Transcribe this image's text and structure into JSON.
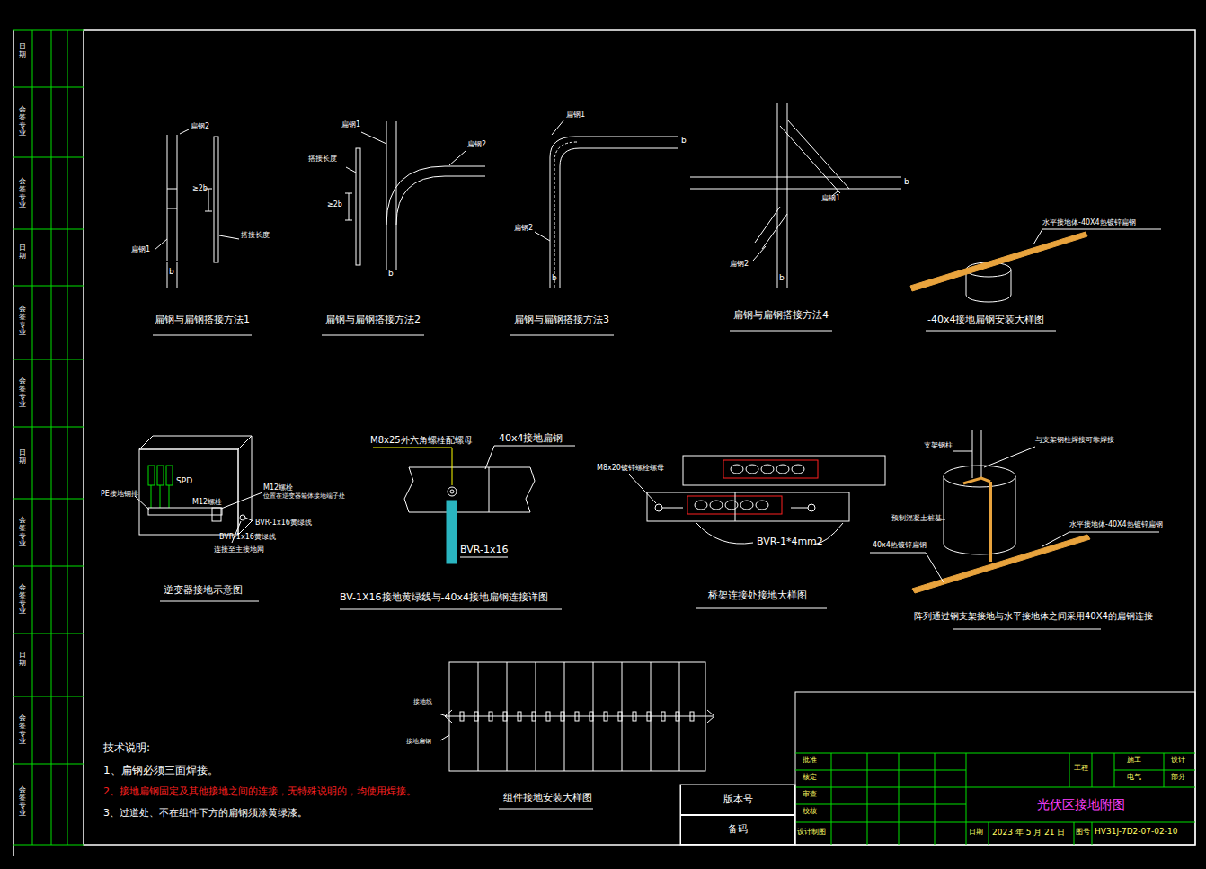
{
  "diagram": {
    "nodes": [
      {
        "text": [
          "版本号"
        ]
      },
      {
        "text": [
          "备码"
        ]
      },
      {
        "text": [
          "光伏区接地附图"
        ]
      }
    ],
    "labels": [
      "扁钢2",
      "≥2b",
      "搭接长度",
      "扁钢1",
      "b",
      "扁钢与扁钢搭接方法1",
      "扁钢1",
      "搭接长度",
      "扁钢2",
      "≥2b",
      "b",
      "扁钢与扁钢搭接方法2",
      "扁钢1",
      "b",
      "扁钢2",
      "b",
      "扁钢与扁钢搭接方法3",
      "扁钢1",
      "b",
      "扁钢2",
      "b",
      "扁钢与扁钢搭接方法4",
      "水平接地体-40X4热镀锌扁钢",
      "-40x4接地扁钢安装大样图",
      "SPD",
      "PE接地铜排",
      "M12螺栓",
      "M12螺栓",
      "位置在逆变器箱体接地端子处",
      "BVR-1x16黄绿线",
      "BVR-1x16黄绿线",
      "连接至主接地网",
      "逆变器接地示意图",
      "M8x25外六角螺栓配螺母",
      "-40x4接地扁钢",
      "BVR-1x16",
      "BV-1X16接地黄绿线与-40x4接地扁钢连接详图",
      "M8x20镀锌螺栓螺母",
      "BVR-1*4mm2",
      "桥架连接处接地大样图",
      "支架钢柱",
      "与支架钢柱焊接可靠焊接",
      "预制混凝土桩基",
      "水平接地体-40X4热镀锌扁钢",
      "-40x4热镀锌扁钢",
      "阵列通过钢支架接地与水平接地体之间采用40X4的扁钢连接",
      "接地线",
      "接地扁钢",
      "组件接地安装大样图",
      "技术说明:",
      "1、扁钢必须三面焊接。",
      "2、接地扁钢固定及其他接地之间的连接，无特殊说明的，均使用焊接。",
      "3、过道处、不在组件下方的扁钢须涂黄绿漆。",
      "批准",
      "核定",
      "审查",
      "校核",
      "设计制图",
      "工程",
      "施工",
      "设计",
      "电气",
      "部分",
      "日期",
      "2023 年 5 月 21 日",
      "图号",
      "HV31J-7D2-07-02-10",
      "日期",
      "会签专业",
      "会签专业",
      "日期",
      "会签专业",
      "会签专业",
      "日期",
      "会签专业",
      "会签专业",
      "日期",
      "会签专业",
      "会签专业"
    ]
  }
}
